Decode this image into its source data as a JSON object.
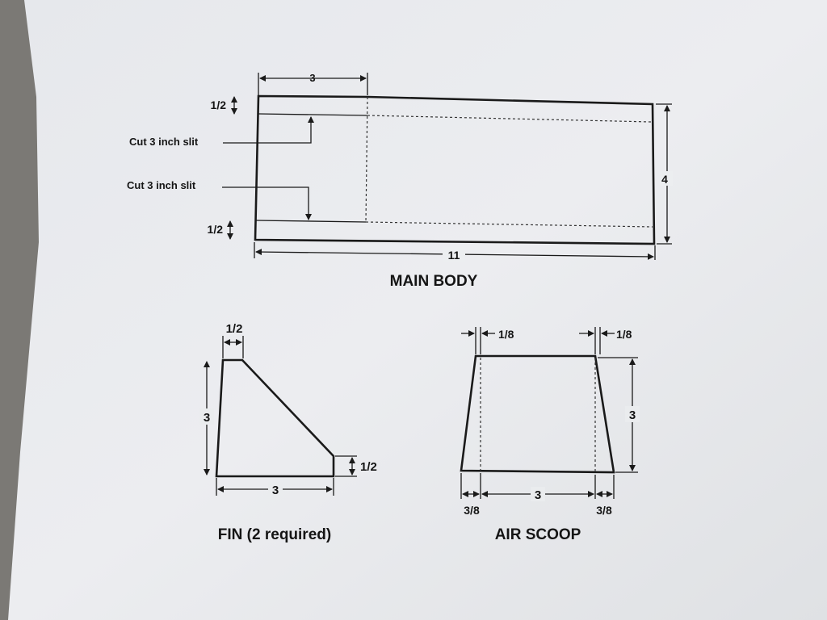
{
  "main_body": {
    "title": "MAIN BODY",
    "dim_top": "3",
    "dim_half_top": "1/2",
    "dim_half_bottom": "1/2",
    "dim_height": "4",
    "dim_length": "11",
    "slit_label_1": "Cut 3 inch slit",
    "slit_label_2": "Cut 3 inch slit"
  },
  "fin": {
    "title": "FIN (2 required)",
    "dim_top": "1/2",
    "dim_left": "3",
    "dim_right": "1/2",
    "dim_bottom": "3"
  },
  "air_scoop": {
    "title": "AIR SCOOP",
    "dim_top_left": "1/8",
    "dim_top_right": "1/8",
    "dim_right": "3",
    "dim_bottom": "3",
    "dim_bottom_left": "3/8",
    "dim_bottom_right": "3/8"
  }
}
